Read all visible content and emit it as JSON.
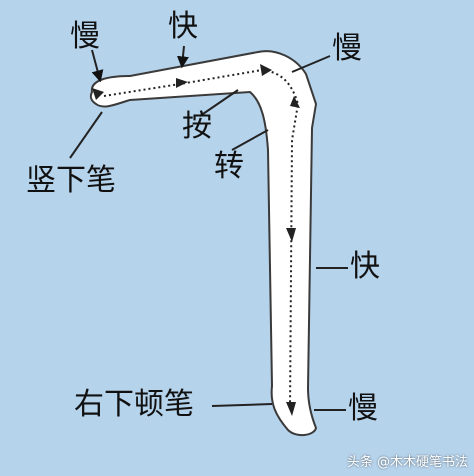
{
  "labels": {
    "slow_top_left": "慢",
    "fast_top": "快",
    "slow_top_right": "慢",
    "press": "按",
    "turn": "转",
    "vertical_down_stroke": "竖下笔",
    "fast_right": "快",
    "right_down_pause": "右下顿笔",
    "slow_bottom_right": "慢"
  },
  "watermark": "头条 @木木硬笔书法",
  "colors": {
    "background": "#b6d3ec",
    "stroke_fill": "#ffffff",
    "stroke_outline": "#3a3a3a",
    "guide_line": "#222222"
  }
}
